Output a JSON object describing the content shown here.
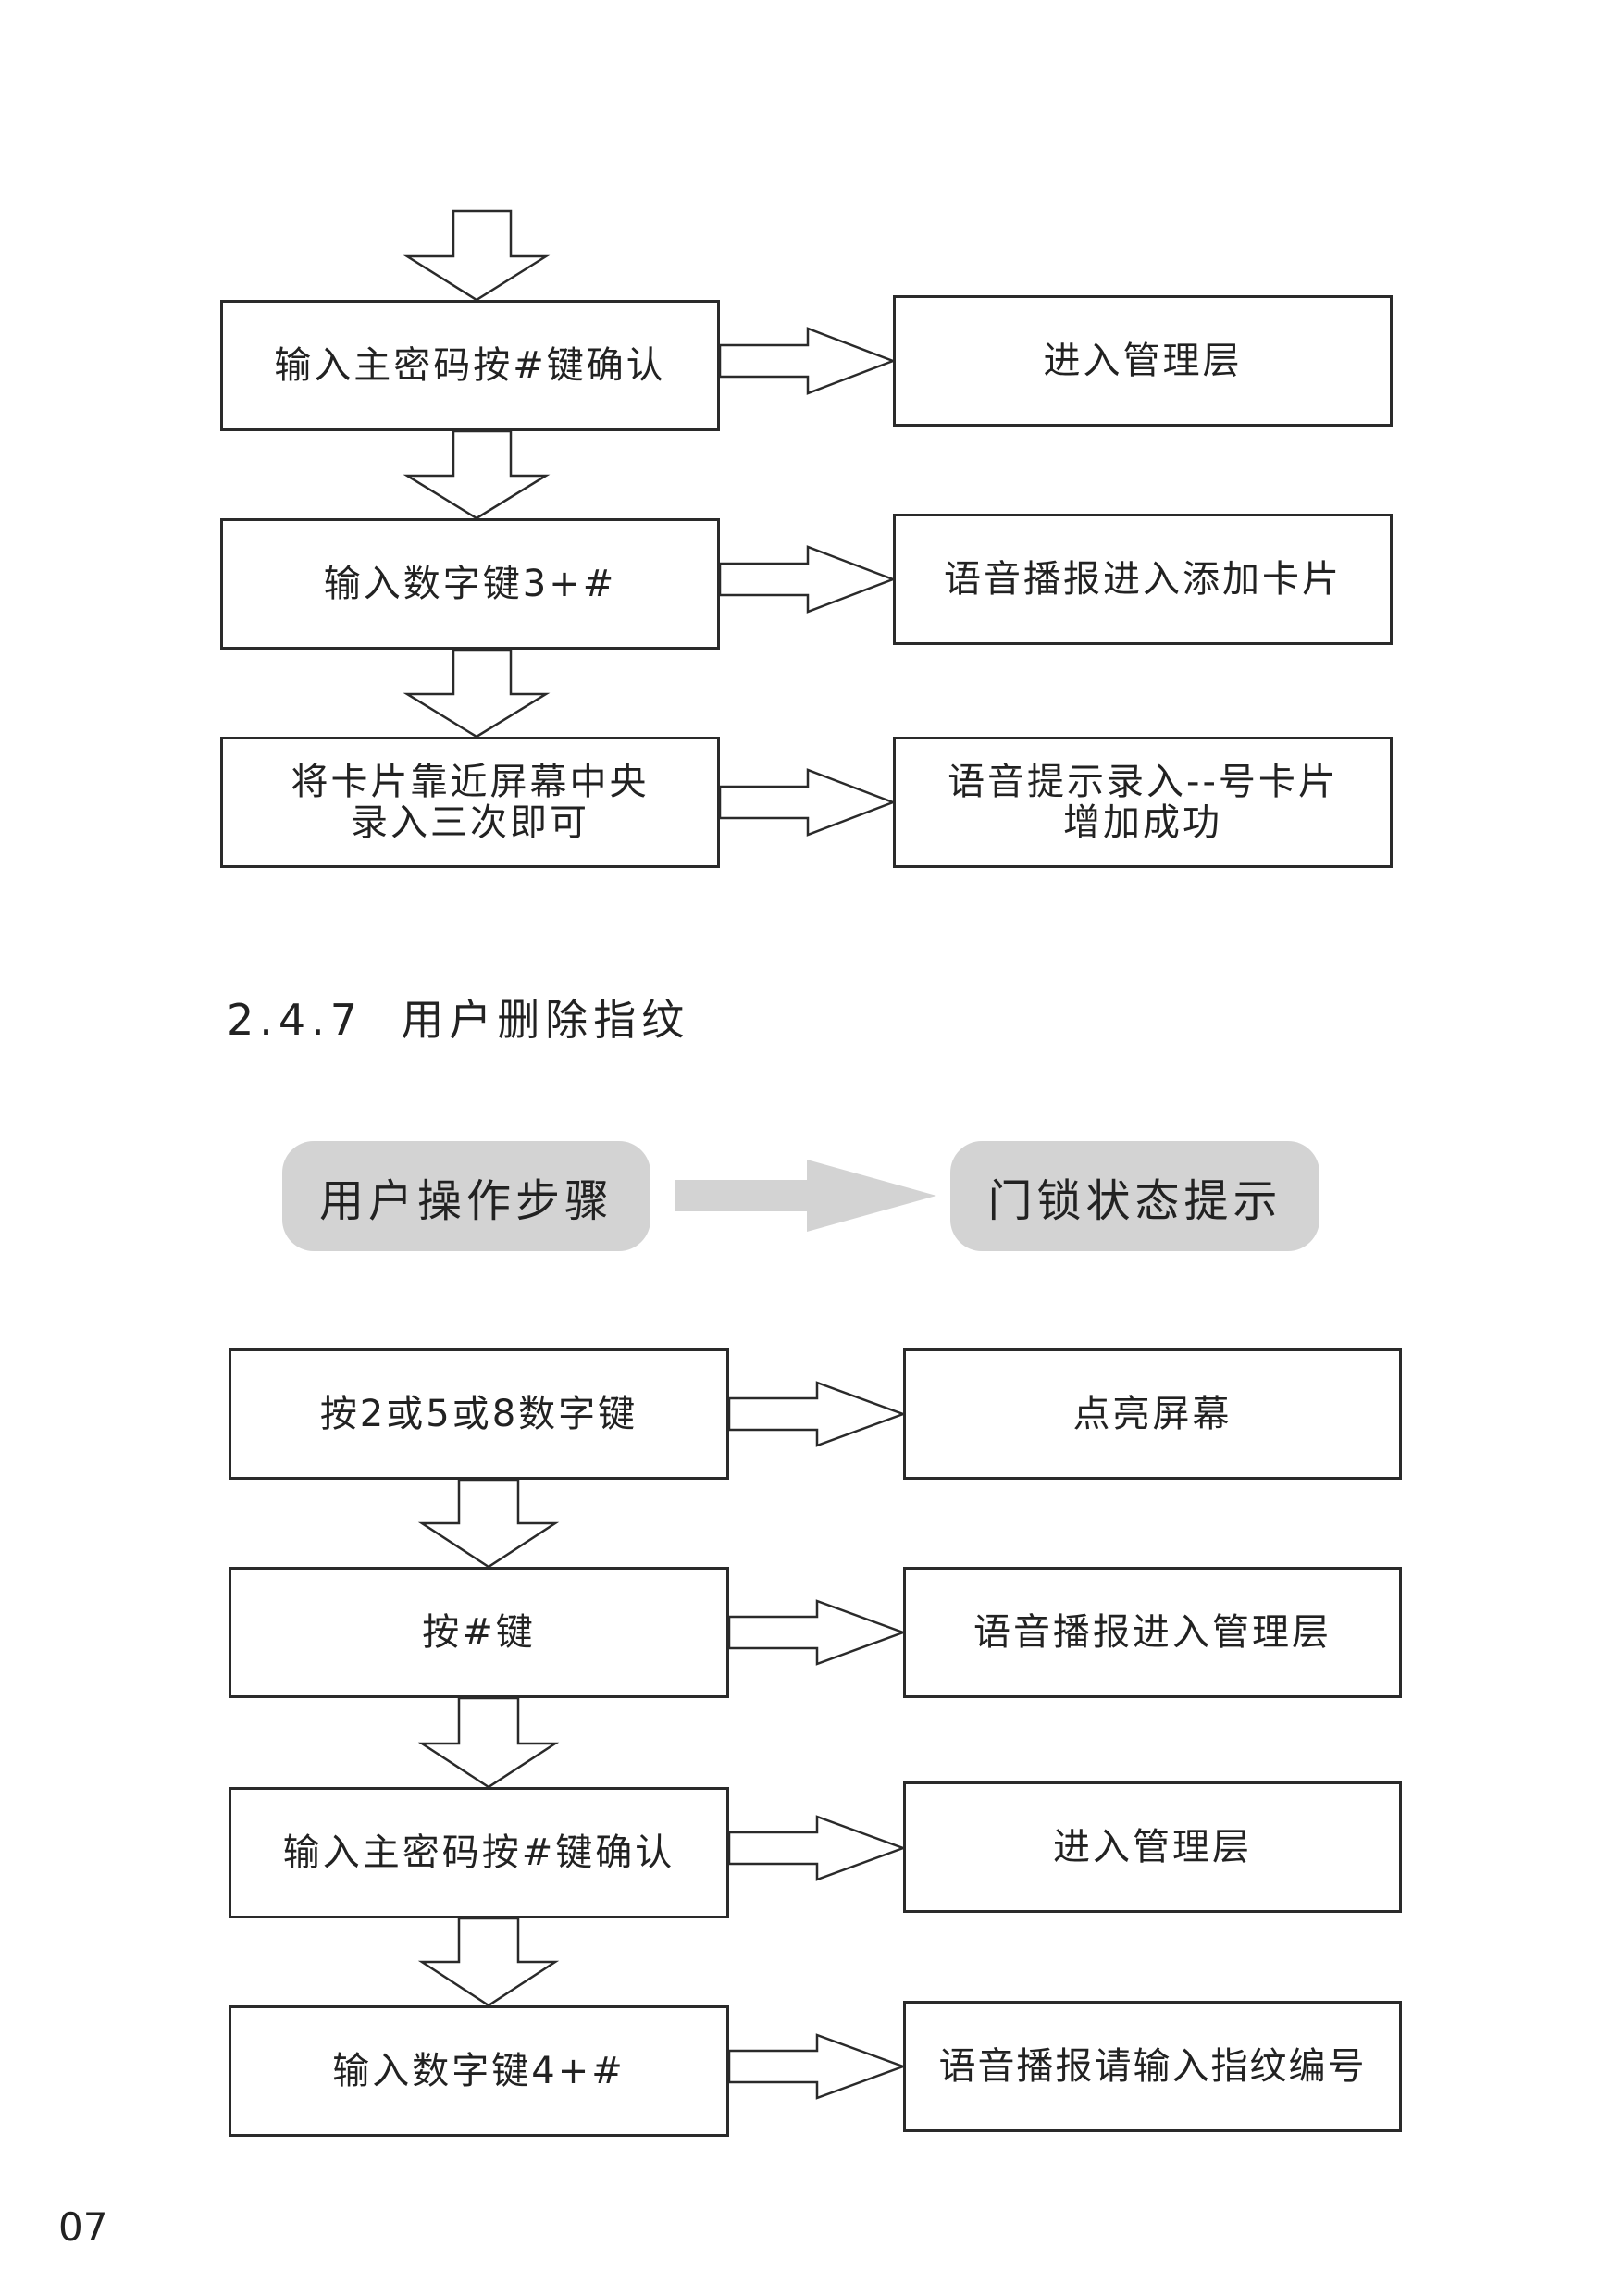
{
  "top_flow": {
    "steps": [
      {
        "action": "输入主密码按#键确认",
        "result": "进入管理层"
      },
      {
        "action": "输入数字键3+#",
        "result": "语音播报进入添加卡片"
      },
      {
        "action": "将卡片靠近屏幕中央\n录入三次即可",
        "result": "语音提示录入--号卡片\n增加成功"
      }
    ]
  },
  "section": {
    "heading": "2.4.7  用户删除指纹"
  },
  "legend": {
    "left_label": "用户操作步骤",
    "right_label": "门锁状态提示"
  },
  "bottom_flow": {
    "steps": [
      {
        "action": "按2或5或8数字键",
        "result": "点亮屏幕"
      },
      {
        "action": "按#键",
        "result": "语音播报进入管理层"
      },
      {
        "action": "输入主密码按#键确认",
        "result": "进入管理层"
      },
      {
        "action": "输入数字键4+#",
        "result": "语音播报请输入指纹编号"
      }
    ]
  },
  "page_number": "07"
}
